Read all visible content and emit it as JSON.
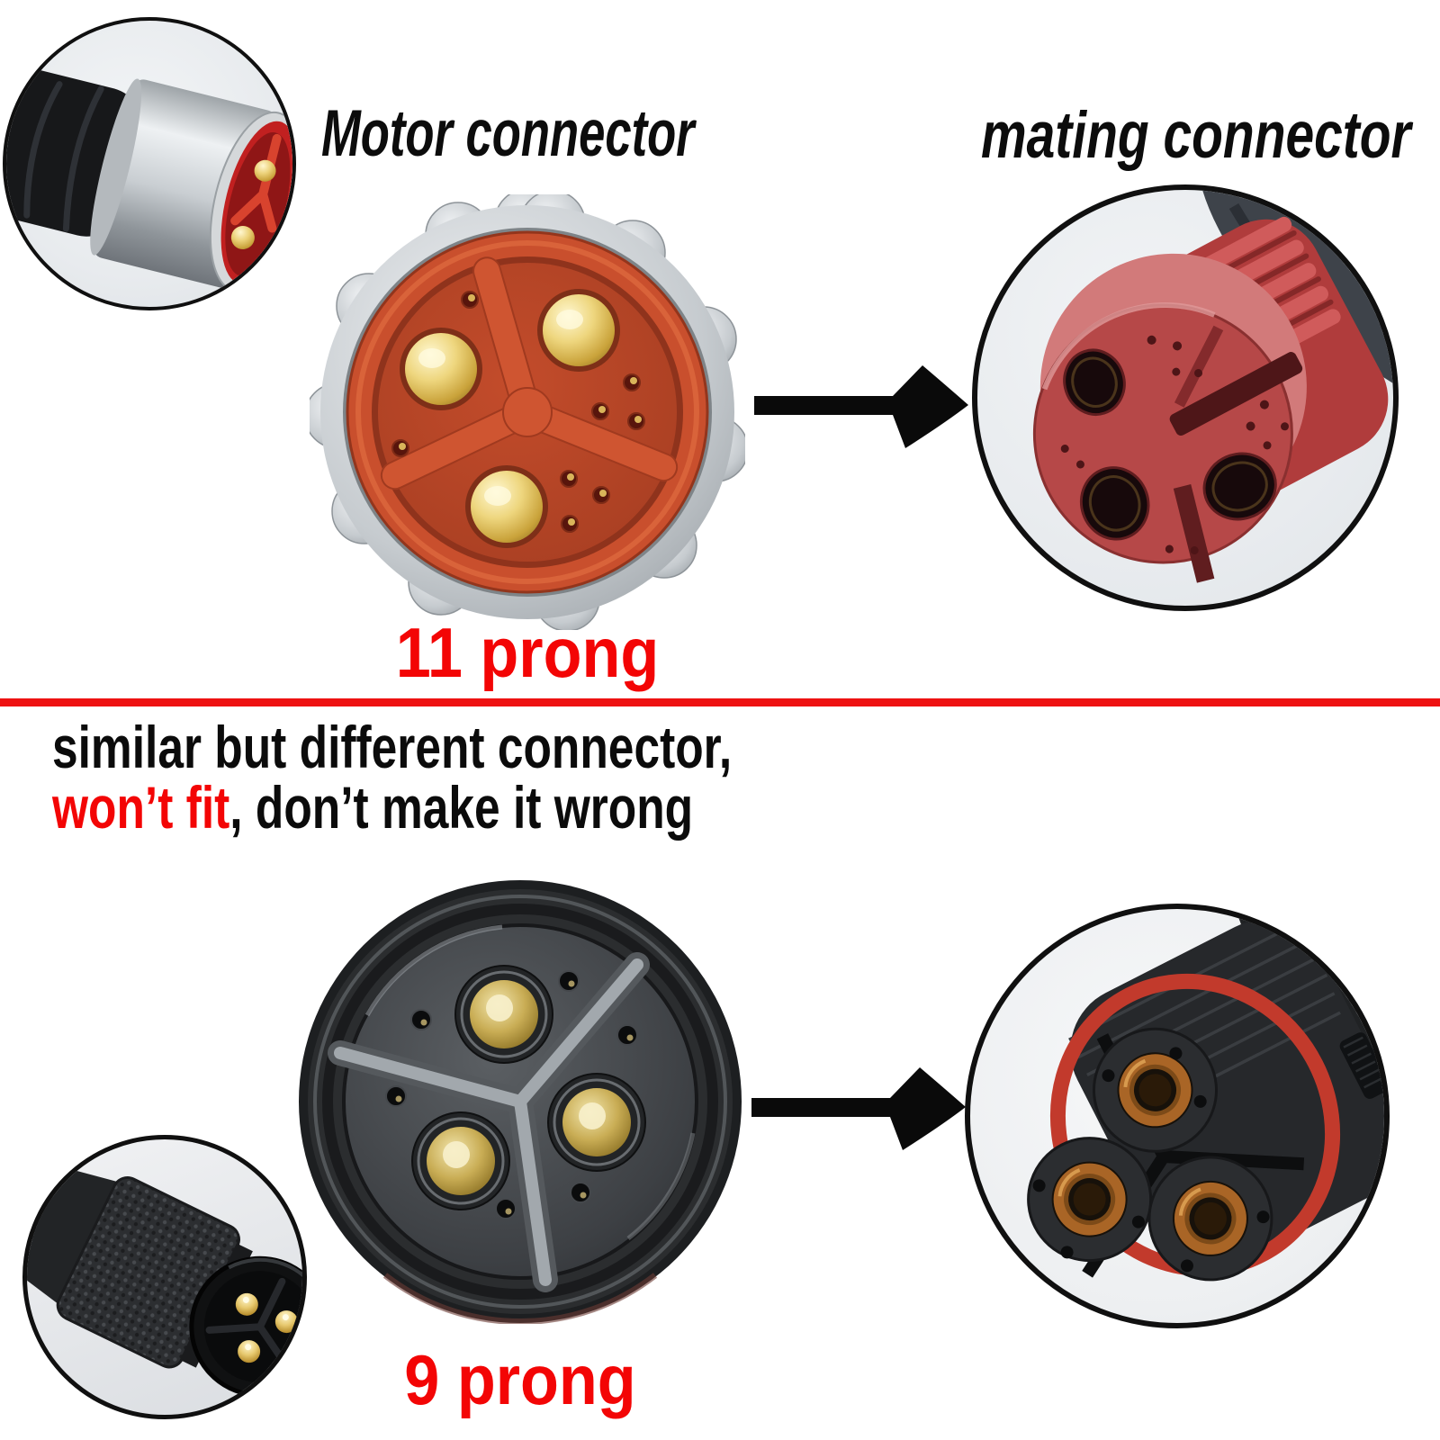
{
  "title_row": {
    "motor_label": "Motor connector",
    "mating_label": "mating connector"
  },
  "top_group": {
    "caption": "11 prong"
  },
  "bottom_group": {
    "caption": "9 prong"
  },
  "note": {
    "line1": "similar but different connector,",
    "line2_red": "won’t fit",
    "line2_black": ", don’t make it wrong"
  },
  "colors": {
    "caption_red": "#f30505",
    "divider_red": "#ee1212",
    "text_black": "#0b0b0b",
    "background": "#ffffff",
    "orange_connector": "#c94f2d",
    "red_mating_connector": "#b84848",
    "gunmetal_connector": "#3a3d40",
    "gold_pin": "#caa33c"
  }
}
